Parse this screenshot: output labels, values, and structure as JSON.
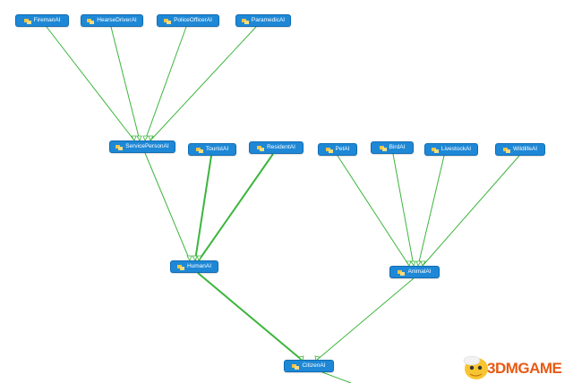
{
  "nodes": {
    "firemanai": "FiremanAI",
    "hearsedriverai": "HearseDriverAI",
    "policeofficerai": "PoliceOfficerAI",
    "paramedicai": "ParamedicAI",
    "servicepersonai": "ServicePersonAI",
    "touristai": "TouristAI",
    "residentai": "ResidentAI",
    "petai": "PetAI",
    "birdai": "BirdAI",
    "livestockai": "LivestockAI",
    "wildlifeai": "WildlifeAI",
    "humanai": "HumanAI",
    "animalai": "AnimalAI",
    "citizenai": "CitizenAI"
  },
  "icons": {
    "class": "class-icon"
  },
  "colors": {
    "node": "#1e88d6",
    "edge": "#3db53d"
  },
  "watermark": {
    "text": "3DMGAME"
  }
}
